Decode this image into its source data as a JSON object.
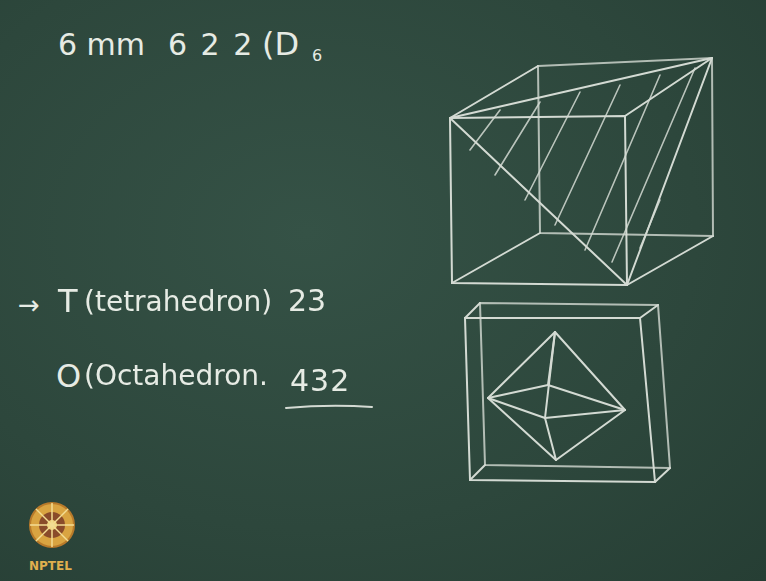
{
  "diagram": {
    "labels": [
      "6 mm",
      "6 2 2",
      "(D",
      "6",
      "→",
      "T",
      "(tetrahedron)",
      "23",
      "O",
      "(Octahedron.",
      "432",
      "NPTEL"
    ]
  }
}
